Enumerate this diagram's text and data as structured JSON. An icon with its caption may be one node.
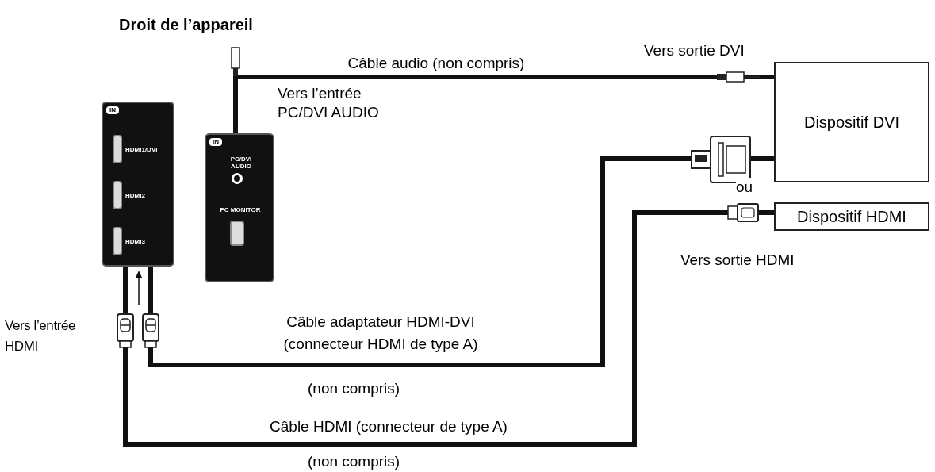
{
  "diagram": {
    "title": "Droit de l’appareil",
    "nodes": [
      {
        "text": [
          "IN",
          "HDMI1/DVI",
          "HDMI2",
          "HDMI3"
        ]
      },
      {
        "text": [
          "IN",
          "PC/DVI AUDIO",
          "PC MONITOR"
        ],
        "beside": [
          "Vers l’entrée PC/DVI AUDIO"
        ]
      },
      {
        "text": [
          "Dispositif DVI"
        ],
        "beside": [
          "Vers sortie DVI"
        ]
      },
      {
        "text": [
          "Dispositif HDMI"
        ],
        "beside": [
          "Vers sortie HDMI"
        ]
      }
    ],
    "edges": [
      {
        "from": 1,
        "to": 2,
        "arrow": "none",
        "label": "Câble audio (non compris)"
      },
      {
        "from": 0,
        "to": 2,
        "arrow": "none",
        "label": "Câble adaptateur HDMI-DVI (connecteur HDMI de type A)"
      },
      {
        "from": 0,
        "to": 3,
        "arrow": "none",
        "label": "Câble HDMI (connecteur de type A)"
      }
    ],
    "labels": [
      "Vers l’entrée HDMI",
      "ou",
      "(non compris)",
      "(non compris)"
    ]
  }
}
